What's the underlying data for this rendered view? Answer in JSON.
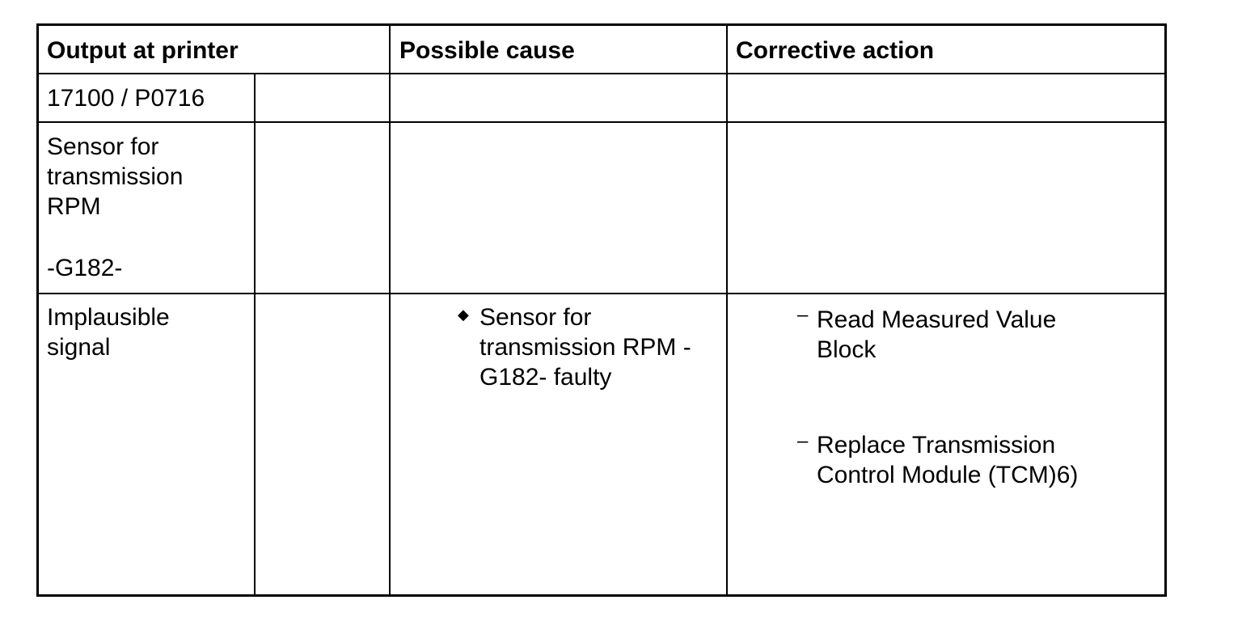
{
  "table": {
    "headers": {
      "output": "Output at printer",
      "cause": "Possible cause",
      "action": "Corrective action"
    },
    "rows": {
      "code": "17100 / P0716",
      "component_line1": "Sensor for",
      "component_line2": "transmission",
      "component_line3": "RPM",
      "component_id": "-G182-",
      "fault_line1": "Implausible",
      "fault_line2": "signal"
    },
    "cause": {
      "bullet_symbol": "◆",
      "line1": "Sensor for",
      "line2": "transmission RPM -",
      "line3": "G182- faulty"
    },
    "actions": {
      "dash_symbol": "–",
      "step1_line1": "Read Measured Value",
      "step1_line2": "Block",
      "step2_line1": "Replace Transmission",
      "step2_line2": "Control Module (TCM)6)"
    }
  }
}
